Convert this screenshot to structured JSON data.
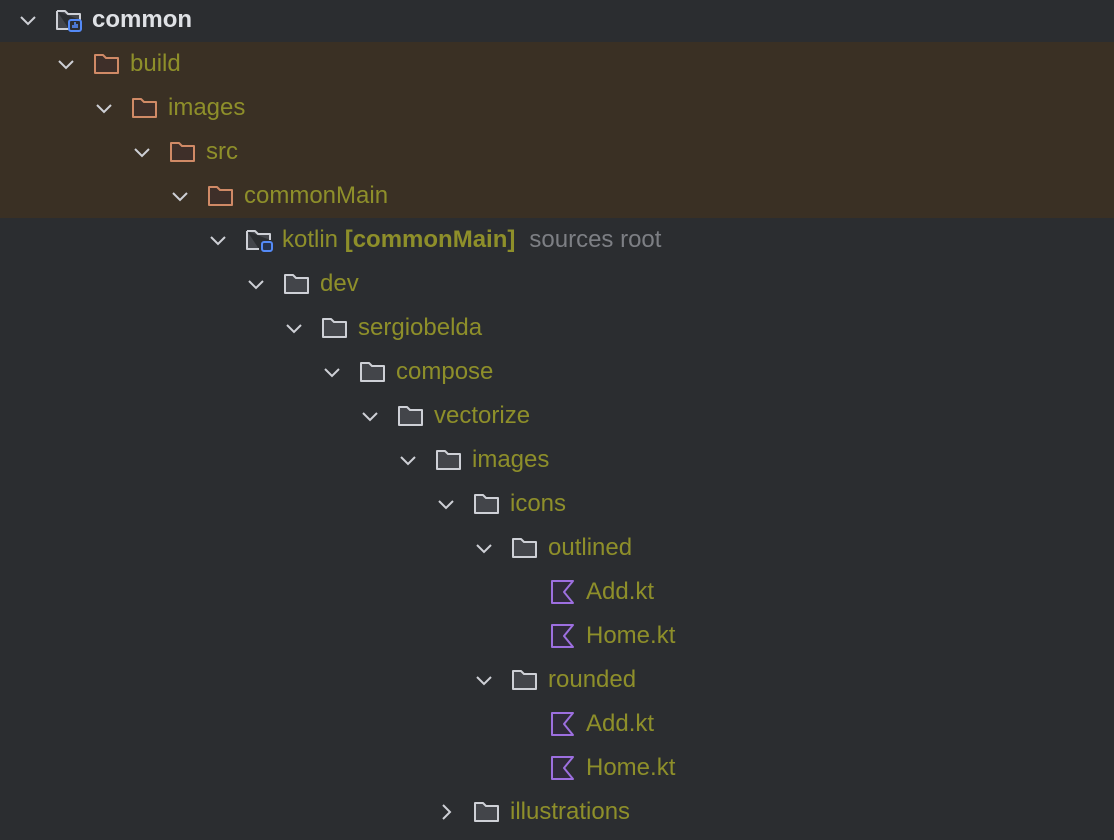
{
  "colors": {
    "background": "#2b2d30",
    "excluded_band": "#3a3024",
    "file_text": "#8e8f2a",
    "excluded_folder": "#d08a66",
    "folder": "#ced0d6",
    "kotlin": "#9d6fe0",
    "source_root": "#548af7",
    "module_badge": "#548af7"
  },
  "tree": [
    {
      "label": "common",
      "level": 0,
      "expanded": true,
      "icon": "module-folder-icon",
      "root": true
    },
    {
      "label": "build",
      "level": 1,
      "expanded": true,
      "icon": "excluded-folder-icon",
      "excluded": true
    },
    {
      "label": "images",
      "level": 2,
      "expanded": true,
      "icon": "excluded-folder-icon",
      "excluded": true
    },
    {
      "label": "src",
      "level": 3,
      "expanded": true,
      "icon": "excluded-folder-icon",
      "excluded": true
    },
    {
      "label": "commonMain",
      "level": 4,
      "expanded": true,
      "icon": "excluded-folder-icon",
      "excluded": true
    },
    {
      "label": "kotlin",
      "level": 5,
      "expanded": true,
      "icon": "source-root-folder-icon",
      "suffix": "[commonMain]",
      "hint": "sources root"
    },
    {
      "label": "dev",
      "level": 6,
      "expanded": true,
      "icon": "folder-icon"
    },
    {
      "label": "sergiobelda",
      "level": 7,
      "expanded": true,
      "icon": "folder-icon"
    },
    {
      "label": "compose",
      "level": 8,
      "expanded": true,
      "icon": "folder-icon"
    },
    {
      "label": "vectorize",
      "level": 9,
      "expanded": true,
      "icon": "folder-icon"
    },
    {
      "label": "images",
      "level": 10,
      "expanded": true,
      "icon": "folder-icon"
    },
    {
      "label": "icons",
      "level": 11,
      "expanded": true,
      "icon": "folder-icon"
    },
    {
      "label": "outlined",
      "level": 12,
      "expanded": true,
      "icon": "folder-icon"
    },
    {
      "label": "Add.kt",
      "level": 13,
      "icon": "kotlin-file-icon"
    },
    {
      "label": "Home.kt",
      "level": 13,
      "icon": "kotlin-file-icon"
    },
    {
      "label": "rounded",
      "level": 12,
      "expanded": true,
      "icon": "folder-icon"
    },
    {
      "label": "Add.kt",
      "level": 13,
      "icon": "kotlin-file-icon"
    },
    {
      "label": "Home.kt",
      "level": 13,
      "icon": "kotlin-file-icon"
    },
    {
      "label": "illustrations",
      "level": 11,
      "expanded": false,
      "icon": "folder-icon"
    }
  ]
}
